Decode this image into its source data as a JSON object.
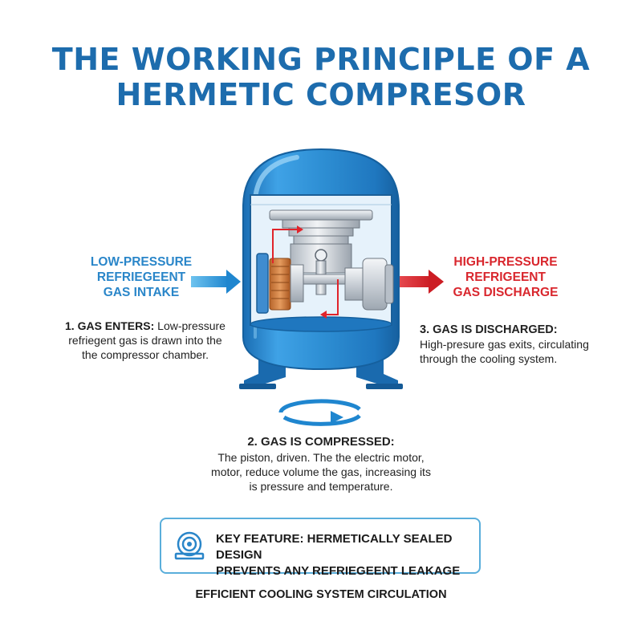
{
  "title": {
    "line1": "THE WORKING PRINCIPLE OF A",
    "line2": "HERMETIC COMPRESOR"
  },
  "intake_label": {
    "line1": "LOW-PRESSURE",
    "line2": "REFRIEGEENT",
    "line3": "GAS INTAKE"
  },
  "discharge_label": {
    "line1": "HIGH-PRESSURE",
    "line2": "REFRIGEENT",
    "line3": "GAS DISCHARGE"
  },
  "steps": {
    "step1": {
      "heading": "1. GAS ENTERS:",
      "line1_rest": " Low-pressure",
      "line2": "refriegent gas is drawn into the",
      "line3": "the compressor chamber."
    },
    "step2": {
      "heading": "2. GAS IS COMPRESSED:",
      "line1": "The piston, driven. The the electric motor,",
      "line2": "motor, reduce volume the gas, increasing its",
      "line3": "is pressure and temperature."
    },
    "step3": {
      "heading": "3. GAS IS DISCHARGED:",
      "line1": "High-presure gas exits, circulating",
      "line2": "through the cooling system."
    }
  },
  "key_feature": {
    "line1": "KEY FEATURE: HERMETICALLY SEALED DESIGN",
    "line2": "PREVENTS ANY REFRIEGEENT LEAKAGE",
    "icon": "sealed-ring-icon"
  },
  "footer": "EFFICIENT COOLING SYSTEM CIRCULATION",
  "colors": {
    "title": "#1d6cad",
    "shell": "#2e8fd4",
    "intake": "#2a86c9",
    "discharge": "#d9272e",
    "flow_arrow": "#e0242b",
    "box_border": "#5aaedb"
  }
}
